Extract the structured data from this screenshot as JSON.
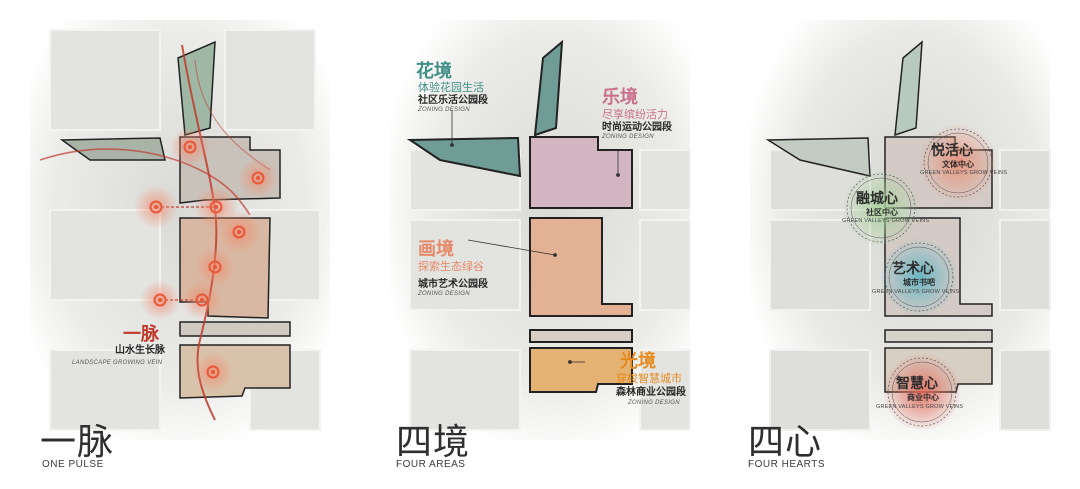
{
  "panels": [
    {
      "title_cn": "一脉",
      "title_en": "ONE PULSE",
      "label": {
        "name": "一脉",
        "subtitle": "山水生长脉",
        "english": "LANDSCAPE GROWING VEIN"
      }
    },
    {
      "title_cn": "四境",
      "title_en": "FOUR AREAS",
      "areas": [
        {
          "name": "花境",
          "desc": "体验花园生活",
          "park": "社区乐活公园段",
          "eng": "ZONING DESIGN",
          "color": "#3f8f86"
        },
        {
          "name": "乐境",
          "desc": "尽享缤纷活力",
          "park": "时尚运动公园段",
          "eng": "ZONING DESIGN",
          "color": "#c9708e"
        },
        {
          "name": "画境",
          "desc": "探索生态绿谷",
          "park": "城市艺术公园段",
          "eng": "ZONING DESIGN",
          "color": "#e5896a"
        },
        {
          "name": "光境",
          "desc": "穿梭智慧城市",
          "park": "森林商业公园段",
          "eng": "ZONING DESIGN",
          "color": "#e58a1e"
        }
      ]
    },
    {
      "title_cn": "四心",
      "title_en": "FOUR HEARTS",
      "hearts": [
        {
          "name": "悦活心",
          "sub": "文体中心",
          "eng": "GREEN VALLEYS GROW VEINS"
        },
        {
          "name": "融城心",
          "sub": "社区中心",
          "eng": "GREEN VALLEYS GROW VEINS"
        },
        {
          "name": "艺术心",
          "sub": "城市书吧",
          "eng": "GREEN VALLEYS GROW VEINS"
        },
        {
          "name": "智慧心",
          "sub": "商业中心",
          "eng": "GREEN VALLEYS GROW VEINS"
        }
      ]
    }
  ],
  "colors": {
    "pulse_red": "#c0392b",
    "node_orange": "#e8593a",
    "heart_green": "#6ea86a",
    "heart_teal": "#3a9aa6"
  }
}
